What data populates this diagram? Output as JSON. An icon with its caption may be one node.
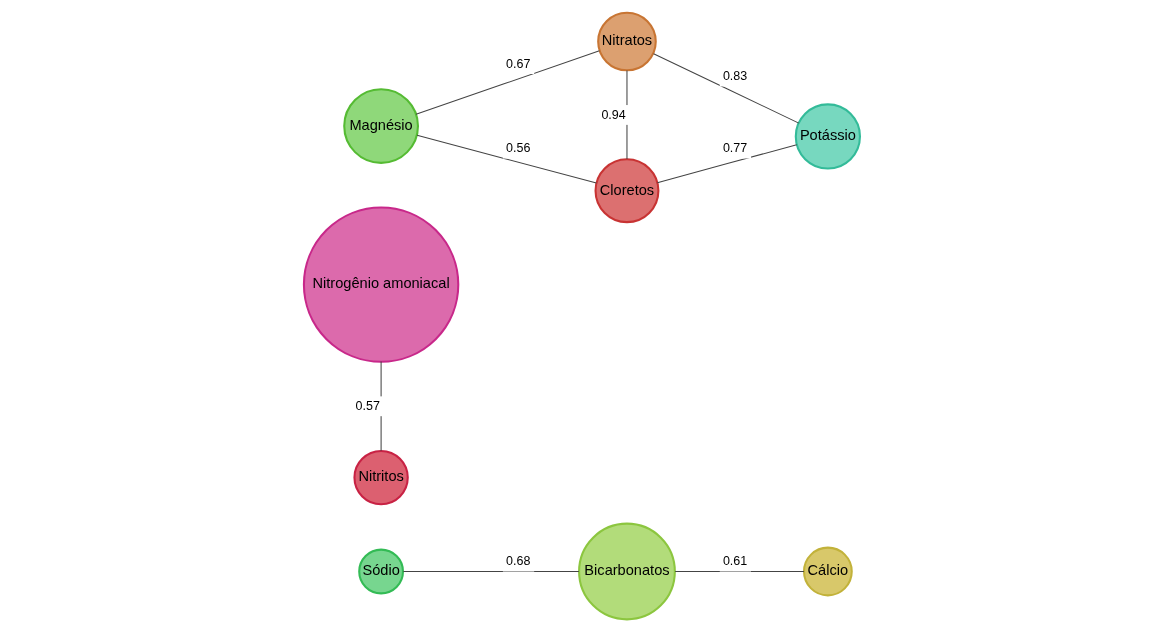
{
  "diagram": {
    "nodes": [
      {
        "text": [
          "Sódio"
        ]
      },
      {
        "text": [
          "Bicarbonatos"
        ]
      },
      {
        "text": [
          "Cálcio"
        ]
      },
      {
        "text": [
          "Nitrogênio amoniacal"
        ]
      },
      {
        "text": [
          "Nitratos"
        ]
      },
      {
        "text": [
          "Magnésio"
        ]
      },
      {
        "text": [
          "Potássio"
        ]
      },
      {
        "text": [
          "Cloretos"
        ]
      },
      {
        "text": [
          "Nitritos"
        ]
      }
    ],
    "edges": [
      {
        "from": 0,
        "to": 1,
        "arrow": "none",
        "label": "0.68"
      },
      {
        "from": 1,
        "to": 2,
        "arrow": "none",
        "label": "0.61"
      },
      {
        "from": 5,
        "to": 4,
        "arrow": "none",
        "label": "0.67"
      },
      {
        "from": 4,
        "to": 6,
        "arrow": "none",
        "label": "0.83"
      },
      {
        "from": 4,
        "to": 7,
        "arrow": "none",
        "label": "0.94"
      },
      {
        "from": 5,
        "to": 7,
        "arrow": "none",
        "label": "0.56"
      },
      {
        "from": 7,
        "to": 6,
        "arrow": "none",
        "label": "0.77"
      },
      {
        "from": 3,
        "to": 8,
        "arrow": "none",
        "label": "0.57"
      }
    ]
  }
}
